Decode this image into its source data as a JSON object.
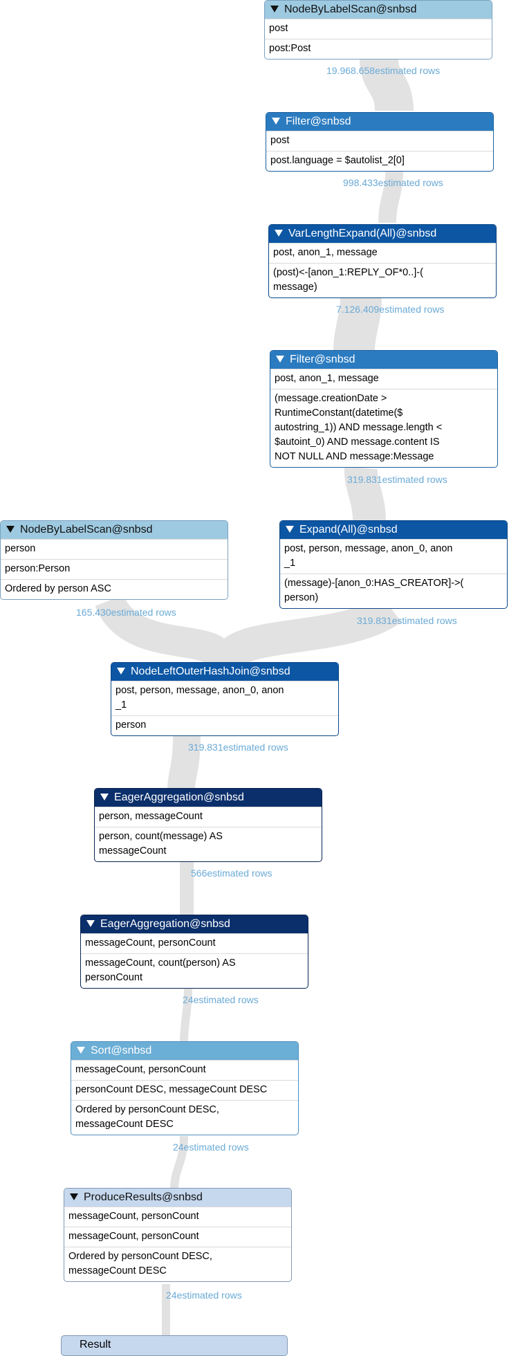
{
  "nodes": [
    {
      "title": "NodeByLabelScan@snbsd",
      "rows": [
        "post",
        "post:Post"
      ],
      "estimate": "19.968.658estimated rows"
    },
    {
      "title": "Filter@snbsd",
      "rows": [
        "post",
        "post.language = $autolist_2[0]"
      ],
      "estimate": "998.433estimated rows"
    },
    {
      "title": "VarLengthExpand(All)@snbsd",
      "rows": [
        "post, anon_1, message",
        "(post)<-[anon_1:REPLY_OF*0..]-(\nmessage)"
      ],
      "estimate": "7.126.409estimated rows"
    },
    {
      "title": "Filter@snbsd",
      "rows": [
        "post, anon_1, message",
        "(message.creationDate >\nRuntimeConstant(datetime($\nautostring_1)) AND message.length <\n$autoint_0) AND message.content IS\nNOT NULL AND message:Message"
      ],
      "estimate": "319.831estimated rows"
    },
    {
      "title": "NodeByLabelScan@snbsd",
      "rows": [
        "person",
        "person:Person",
        "Ordered by person ASC"
      ],
      "estimate": "165.430estimated rows"
    },
    {
      "title": "Expand(All)@snbsd",
      "rows": [
        "post, person, message, anon_0, anon\n_1",
        "(message)-[anon_0:HAS_CREATOR]->(\nperson)"
      ],
      "estimate": "319.831estimated rows"
    },
    {
      "title": "NodeLeftOuterHashJoin@snbsd",
      "rows": [
        "post, person, message, anon_0, anon\n_1",
        "person"
      ],
      "estimate": "319.831estimated rows"
    },
    {
      "title": "EagerAggregation@snbsd",
      "rows": [
        "person, messageCount",
        "person, count(message) AS\nmessageCount"
      ],
      "estimate": "566estimated rows"
    },
    {
      "title": "EagerAggregation@snbsd",
      "rows": [
        "messageCount, personCount",
        "messageCount, count(person) AS\npersonCount"
      ],
      "estimate": "24estimated rows"
    },
    {
      "title": "Sort@snbsd",
      "rows": [
        "messageCount, personCount",
        "personCount DESC, messageCount DESC",
        "Ordered by personCount DESC,\nmessageCount DESC"
      ],
      "estimate": "24estimated rows"
    },
    {
      "title": "ProduceResults@snbsd",
      "rows": [
        "messageCount, personCount",
        "messageCount, personCount",
        "Ordered by personCount DESC,\nmessageCount DESC"
      ],
      "estimate": "24estimated rows"
    }
  ],
  "result_label": "Result",
  "colors": {
    "scan_light": "#9ecae1",
    "filter_mid": "#2b7bc0",
    "expand_dark": "#0c56a4",
    "aggregate_darkest": "#0b2f6b",
    "sort_light": "#6baed6",
    "produce_pale": "#c6d8ee",
    "pipe": "#e2e2e2",
    "estimate_text": "#6aaad6"
  }
}
